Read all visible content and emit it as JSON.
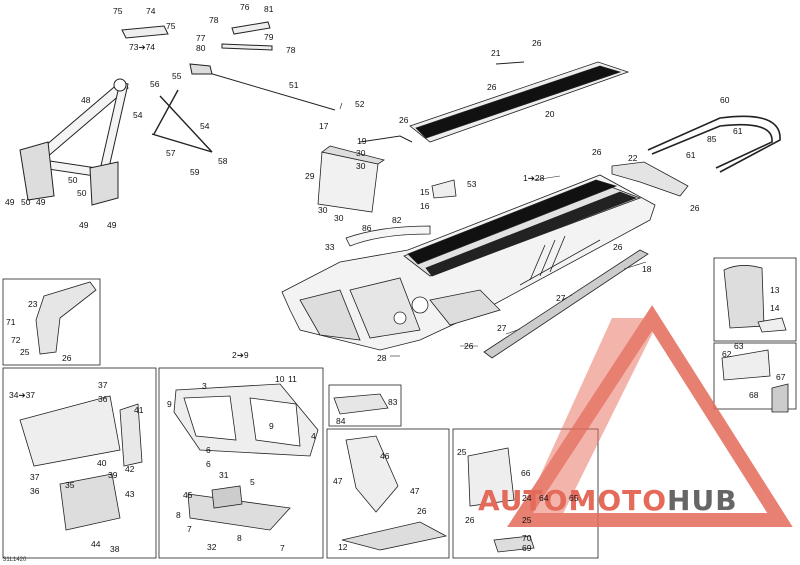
{
  "diagram_code": "31L1420",
  "watermark": {
    "part1": "AUTO",
    "part2": "MOTO",
    "part3": "HUB",
    "color_main": "#e46a5a",
    "color_hub": "#666666"
  },
  "callouts": {
    "c75a": "75",
    "c74": "74",
    "c75b": "75",
    "c73_74": "73➔74",
    "c76": "76",
    "c81": "81",
    "c78a": "78",
    "c77": "77",
    "c79": "79",
    "c80": "80",
    "c78b": "78",
    "c26top": "26",
    "c21": "21",
    "c48": "48",
    "c56": "56",
    "c55": "55",
    "c51": "51",
    "c52": "52",
    "c17": "17",
    "c54a": "54",
    "c54b": "54",
    "c57": "57",
    "c58": "58",
    "c59": "59",
    "c50a": "50",
    "c50b": "50",
    "c49a": "49",
    "c50c": "50",
    "c49b": "49",
    "c49c": "49",
    "c49d": "49",
    "c26r": "26",
    "c20": "20",
    "c26s": "26",
    "c19": "19",
    "c30a": "30",
    "c30b": "30",
    "c29": "29",
    "c30c": "30",
    "c30d": "30",
    "c60": "60",
    "c61a": "61",
    "c85": "85",
    "c61b": "61",
    "c26m": "26",
    "c22": "22",
    "c26n": "26",
    "c1_28": "1➔28",
    "c15": "15",
    "c16": "16",
    "c53": "53",
    "c82": "82",
    "c86": "86",
    "c33": "33",
    "c26o": "26",
    "c18": "18",
    "c27a": "27",
    "c27b": "27",
    "c26p": "26",
    "c28": "28",
    "c23": "23",
    "c71": "71",
    "c72": "72",
    "c25a": "25",
    "c26q": "26",
    "c13": "13",
    "c14": "14",
    "c2_9": "2➔9",
    "c3": "3",
    "c10": "10",
    "c11": "11",
    "c9a": "9",
    "c9b": "9",
    "c4": "4",
    "c6a": "6",
    "c6b": "6",
    "c31": "31",
    "c45": "45",
    "c5": "5",
    "c8a": "8",
    "c7a": "7",
    "c32": "32",
    "c8b": "8",
    "c7b": "7",
    "c83": "83",
    "c84": "84",
    "c62": "62",
    "c63": "63",
    "c68": "68",
    "c67": "67",
    "c34_37": "34➔37",
    "c37a": "37",
    "c36a": "36",
    "c41": "41",
    "c40": "40",
    "c39": "39",
    "c42": "42",
    "c37b": "37",
    "c36b": "36",
    "c35": "35",
    "c43": "43",
    "c44": "44",
    "c38": "38",
    "c46": "46",
    "c47a": "47",
    "c47b": "47",
    "c26u": "26",
    "c12": "12",
    "c25b": "25",
    "c66": "66",
    "c24": "24",
    "c64": "64",
    "c65": "65",
    "c26v": "26",
    "c25c": "25",
    "c70": "70",
    "c69": "69"
  }
}
